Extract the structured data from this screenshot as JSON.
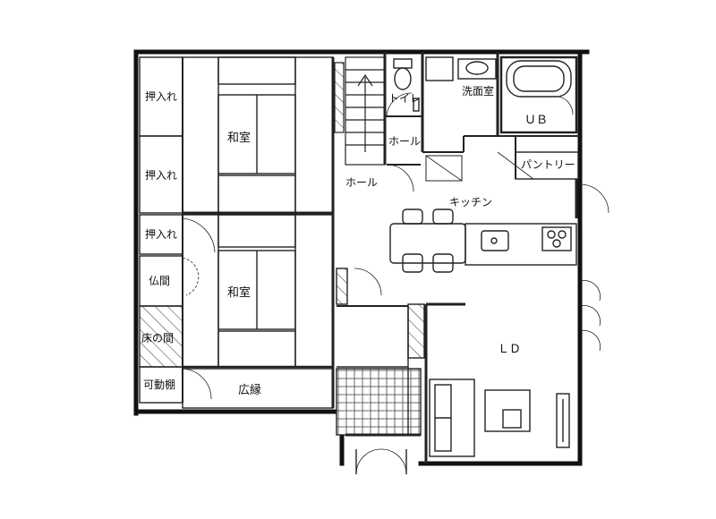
{
  "rooms": {
    "oshiire_1": "押入れ",
    "oshiire_2": "押入れ",
    "oshiire_3": "押入れ",
    "washitsu_1": "和室",
    "washitsu_2": "和室",
    "butsuma": "仏間",
    "tokonoma": "床の間",
    "kadoudana": "可動棚",
    "hiroen": "広縁",
    "toilet": "トイレ",
    "hall_1": "ホール",
    "hall_2": "ホール",
    "senmenjo": "洗面室",
    "ub": "ＵＢ",
    "pantry": "パントリー",
    "kitchen": "キッチン",
    "ld": "ＬＤ"
  },
  "colors": {
    "wall": "#111111",
    "line": "#222222",
    "hatch": "#333333"
  }
}
